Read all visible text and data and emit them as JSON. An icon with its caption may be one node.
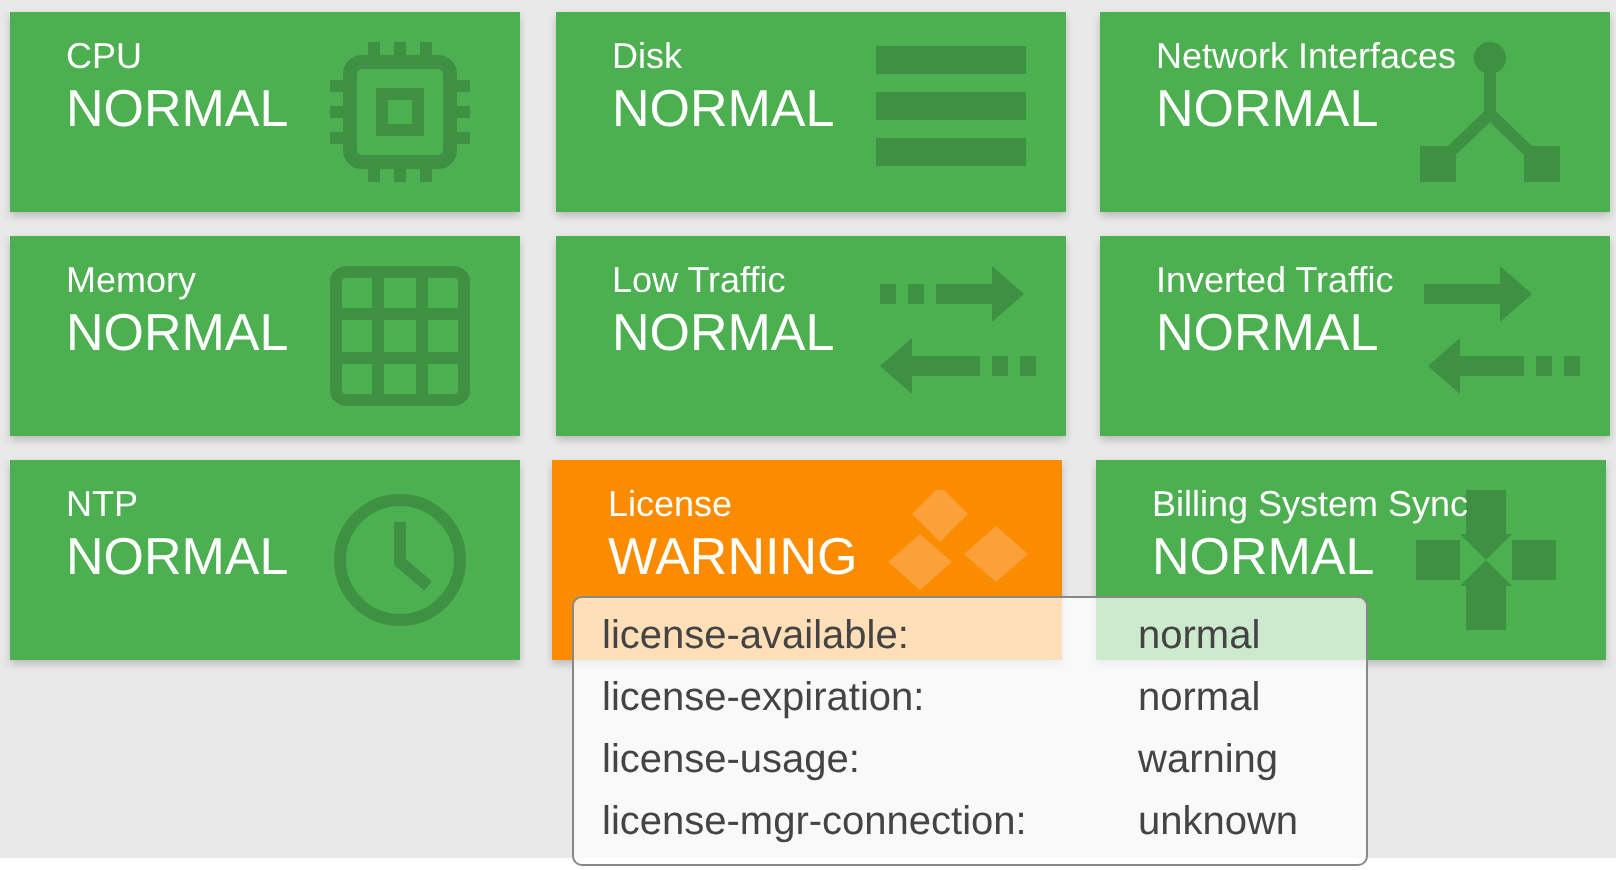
{
  "diagram": {
    "nodes": [
      {
        "text": [
          "CPU",
          "NORMAL"
        ]
      },
      {
        "text": [
          "Disk",
          "NORMAL"
        ]
      },
      {
        "text": [
          "Network Interfaces",
          "NORMAL"
        ]
      },
      {
        "text": [
          "Memory",
          "NORMAL"
        ]
      },
      {
        "text": [
          "Low Traffic",
          "NORMAL"
        ]
      },
      {
        "text": [
          "Inverted Traffic",
          "NORMAL"
        ]
      },
      {
        "text": [
          "NTP",
          "NORMAL"
        ]
      },
      {
        "text": [
          "License",
          "WARNING"
        ]
      },
      {
        "text": [
          "Billing System Sync",
          "NORMAL"
        ]
      }
    ],
    "edges": [],
    "labels": [
      "license-available:",
      "normal",
      "license-expiration:",
      "normal",
      "license-usage:",
      "warning",
      "license-mgr-connection:",
      "unknown"
    ]
  }
}
